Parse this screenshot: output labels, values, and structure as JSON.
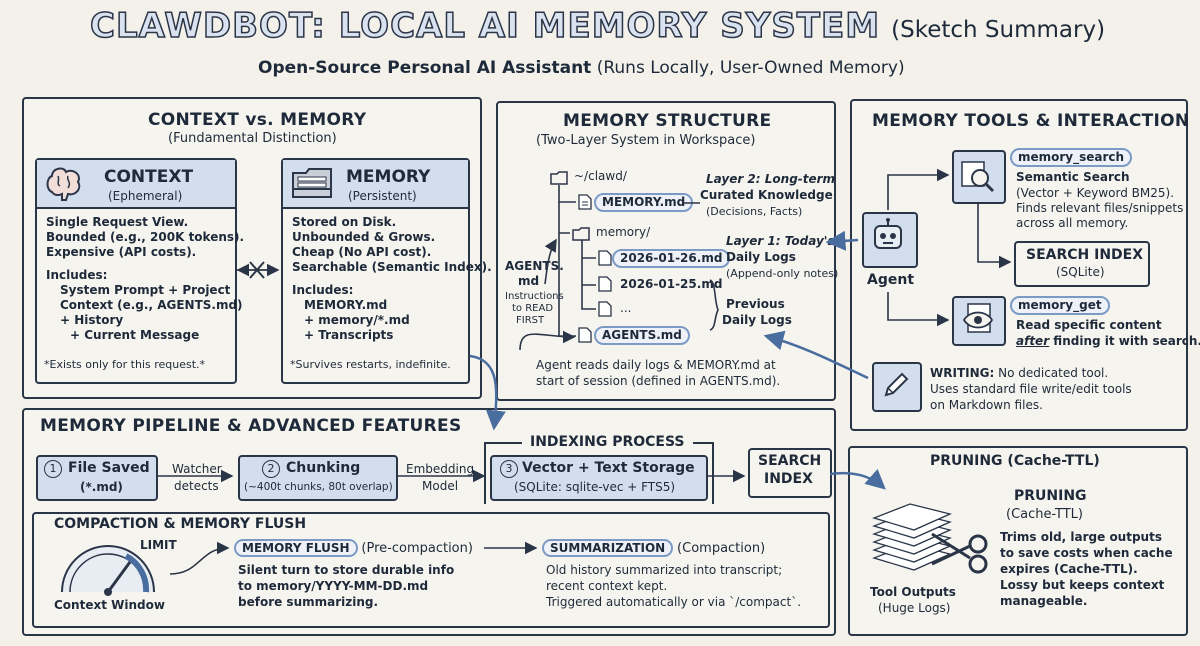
{
  "header": {
    "title": "CLAWDBOT: LOCAL AI MEMORY SYSTEM",
    "title_suffix": "(Sketch Summary)",
    "subtitle_bold": "Open-Source Personal AI Assistant",
    "subtitle_rest": "(Runs Locally, User-Owned Memory)"
  },
  "context_memory": {
    "title": "CONTEXT vs. MEMORY",
    "subtitle": "(Fundamental Distinction)",
    "context": {
      "title": "CONTEXT",
      "tag": "(Ephemeral)",
      "l1": "Single Request View.",
      "l2": "Bounded (e.g., 200K tokens).",
      "l3": "Expensive (API costs).",
      "includes": "Includes:",
      "i1": "System Prompt + Project",
      "i2": "Context (e.g., AGENTS.md)",
      "i3": "+ History",
      "i4": "+ Current Message",
      "note": "*Exists only for this request.*"
    },
    "memory": {
      "title": "MEMORY",
      "tag": "(Persistent)",
      "l1": "Stored on Disk.",
      "l2": "Unbounded & Grows.",
      "l3": "Cheap (No API cost).",
      "l4": "Searchable (Semantic Index).",
      "includes": "Includes:",
      "i1": "MEMORY.md",
      "i2": "+ memory/*.md",
      "i3": "+ Transcripts",
      "note": "*Survives restarts, indefinite."
    }
  },
  "structure": {
    "title": "MEMORY STRUCTURE",
    "subtitle": "(Two-Layer System in Workspace)",
    "root": "~/clawd/",
    "memory_md": "MEMORY.md",
    "memory_dir": "memory/",
    "file1": "2026-01-26.md",
    "file2": "2026-01-25.md",
    "file3": "...",
    "agents_md": "AGENTS.md",
    "layer2_a": "Layer 2: Long-term",
    "layer2_b": "Curated Knowledge",
    "layer2_c": "(Decisions, Facts)",
    "layer1_a": "Layer 1: Today's",
    "layer1_b": "Daily Logs",
    "layer1_c": "(Append-only notes)",
    "prev_a": "Previous",
    "prev_b": "Daily Logs",
    "agents_a": "AGENTS.",
    "agents_b": "md",
    "agents_c": "Instructions",
    "agents_d": "to READ",
    "agents_e": "FIRST",
    "foot1": "Agent reads daily logs & MEMORY.md at",
    "foot2": "start of session (defined in AGENTS.md)."
  },
  "tools": {
    "title": "MEMORY TOOLS & INTERACTION",
    "agent": "Agent",
    "search_name": "memory_search",
    "search_d1": "Semantic Search",
    "search_d2": "(Vector + Keyword BM25).",
    "search_d3": "Finds relevant files/snippets",
    "search_d4": "across all memory.",
    "index_title": "SEARCH INDEX",
    "index_sub": "(SQLite)",
    "get_name": "memory_get",
    "get_d1": "Read specific content",
    "get_d2a": "after",
    "get_d2b": " finding it with search.",
    "write_label": "WRITING:",
    "write_d1": " No dedicated tool.",
    "write_d2": "Uses standard file write/edit tools",
    "write_d3": "on Markdown files."
  },
  "pipeline": {
    "title": "MEMORY PIPELINE & ADVANCED FEATURES",
    "step1_num": "1",
    "step1_a": "File Saved",
    "step1_b": "(*.md)",
    "watch_a": "Watcher",
    "watch_b": "detects",
    "step2_num": "2",
    "step2_a": "Chunking",
    "step2_b": "(~400t chunks, 80t overlap)",
    "embed_a": "Embedding",
    "embed_b": "Model",
    "indexing": "INDEXING PROCESS",
    "step3_num": "3",
    "step3_a": "Vector + Text Storage",
    "step3_b": "(SQLite: sqlite-vec + FTS5)",
    "search_a": "SEARCH",
    "search_b": "INDEX"
  },
  "compaction": {
    "title": "COMPACTION & MEMORY FLUSH",
    "limit": "LIMIT",
    "window": "Context Window",
    "flush_name": "MEMORY FLUSH",
    "flush_tag": "(Pre-compaction)",
    "flush_d1": "Silent turn to store durable info",
    "flush_d2a": "to ",
    "flush_d2b": "memory/YYYY-MM-DD.md",
    "flush_d3": "before summarizing.",
    "sum_name": "SUMMARIZATION",
    "sum_tag": "(Compaction)",
    "sum_d1": "Old history summarized into transcript;",
    "sum_d2": "recent context kept.",
    "sum_d3": "Triggered automatically or via `/compact`."
  },
  "pruning": {
    "title": "PRUNING (Cache-TTL)",
    "inner_a": "PRUNING",
    "inner_b": "(Cache-TTL)",
    "d1": "Trims old, large outputs",
    "d2": "to save costs when cache",
    "d3": "expires (Cache-TTL).",
    "d4": "Lossy but keeps context",
    "d5": "manageable.",
    "tool_a": "Tool Outputs",
    "tool_b": "(Huge Logs)"
  }
}
